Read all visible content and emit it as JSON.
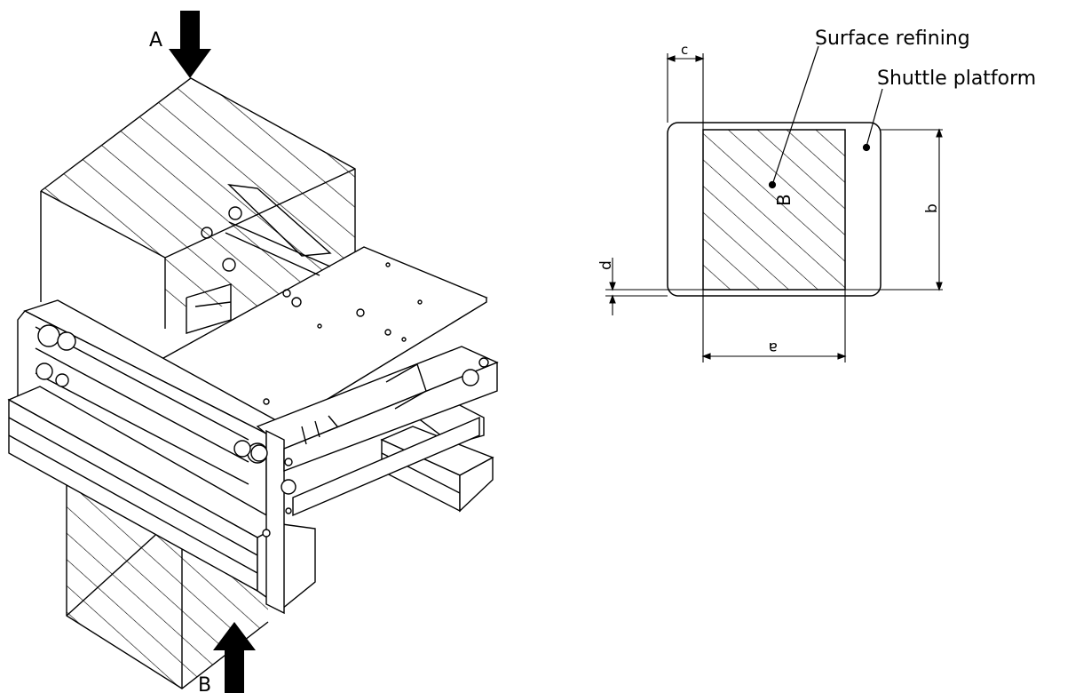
{
  "left_view": {
    "arrow_a_label": "A",
    "arrow_b_label": "B"
  },
  "right_view": {
    "surface_label": "Surface refining",
    "platform_label": "Shuttle platform",
    "center_label": "B",
    "dim_a": "a",
    "dim_b": "b",
    "dim_c": "c",
    "dim_d": "d"
  },
  "colors": {
    "line": "#000000",
    "background": "#ffffff"
  }
}
